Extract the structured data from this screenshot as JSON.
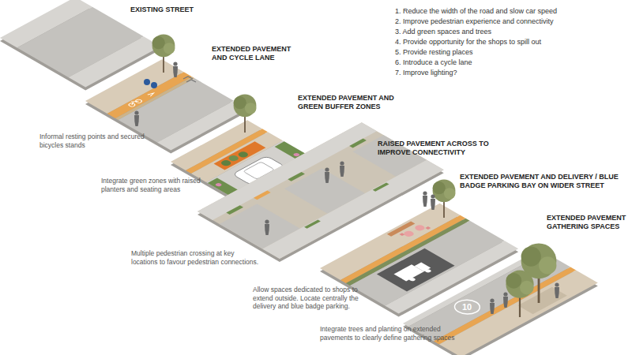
{
  "diagram": {
    "labels": [
      "EXISTING STREET",
      "EXTENDED PAVEMENT AND CYCLE LANE",
      "EXTENDED PAVEMENT AND GREEN BUFFER ZONES",
      "RAISED PAVEMENT ACROSS TO IMPROVE CONNECTIVITY",
      "EXTENDED PAVEMENT AND DELIVERY / BLUE BADGE PARKING BAY ON WIDER STREET",
      "EXTENDED PAVEMENT GATHERING SPACES",
      "1. Reduce the width of the road and slow car speed",
      "2. Improve pedestrian experience and connectivity",
      "3. Add green spaces and trees",
      "4. Provide opportunity for the shops to spill out",
      "5. Provide resting places",
      "6. Introduce a cycle lane",
      "7. Improve lighting?",
      "Informal resting points and secured bicycles stands",
      "Integrate green zones with raised planters and seating areas",
      "Multiple pedestrian crossing at key locations to favour pedestrian connections.",
      "Allow spaces dedicated to shops to extend outside. Locate centrally the delivery and blue badge parking.",
      "Integrate trees and planting on extended pavements to clearly define gathering spaces",
      "10"
    ]
  }
}
